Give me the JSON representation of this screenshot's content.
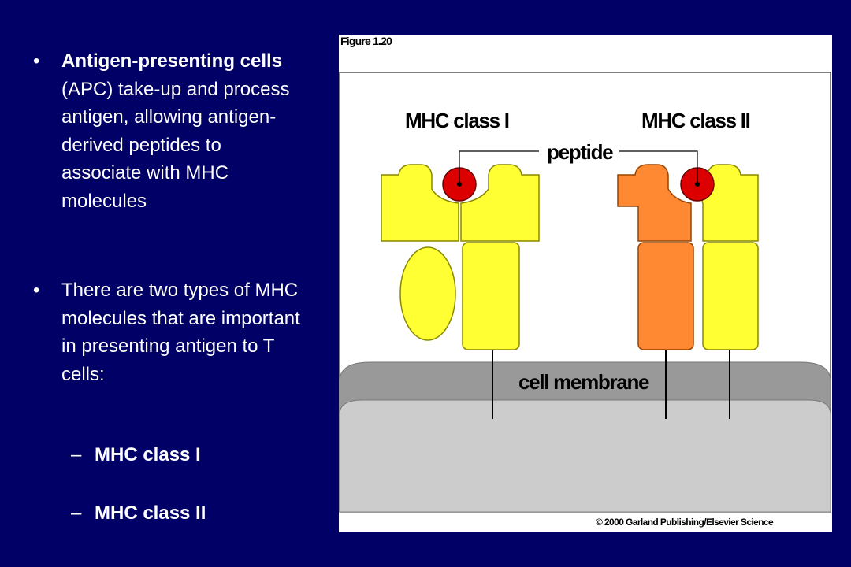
{
  "bullets": [
    {
      "bold": "Antigen-presenting cells",
      "text": " (APC) take-up and process antigen, allowing antigen-derived peptides to associate with MHC molecules"
    },
    {
      "text": "There are two types of MHC molecules that are important in presenting antigen to T cells:"
    }
  ],
  "sub_bullets": [
    {
      "dash": "–",
      "text": "MHC class I"
    },
    {
      "dash": "–",
      "text": "MHC class II"
    }
  ],
  "figure": {
    "label": "Figure 1.20",
    "class1_label": "MHC class I",
    "class2_label": "MHC class II",
    "peptide_label": "peptide",
    "membrane_label": "cell membrane",
    "copyright": "© 2000 Garland Publishing/Elsevier Science"
  },
  "colors": {
    "background": "#000066",
    "yellow": "#ffff33",
    "orange": "#ff8833",
    "peptide_red": "#dd0000",
    "membrane": "#999999",
    "cytoplasm": "#cccccc"
  }
}
